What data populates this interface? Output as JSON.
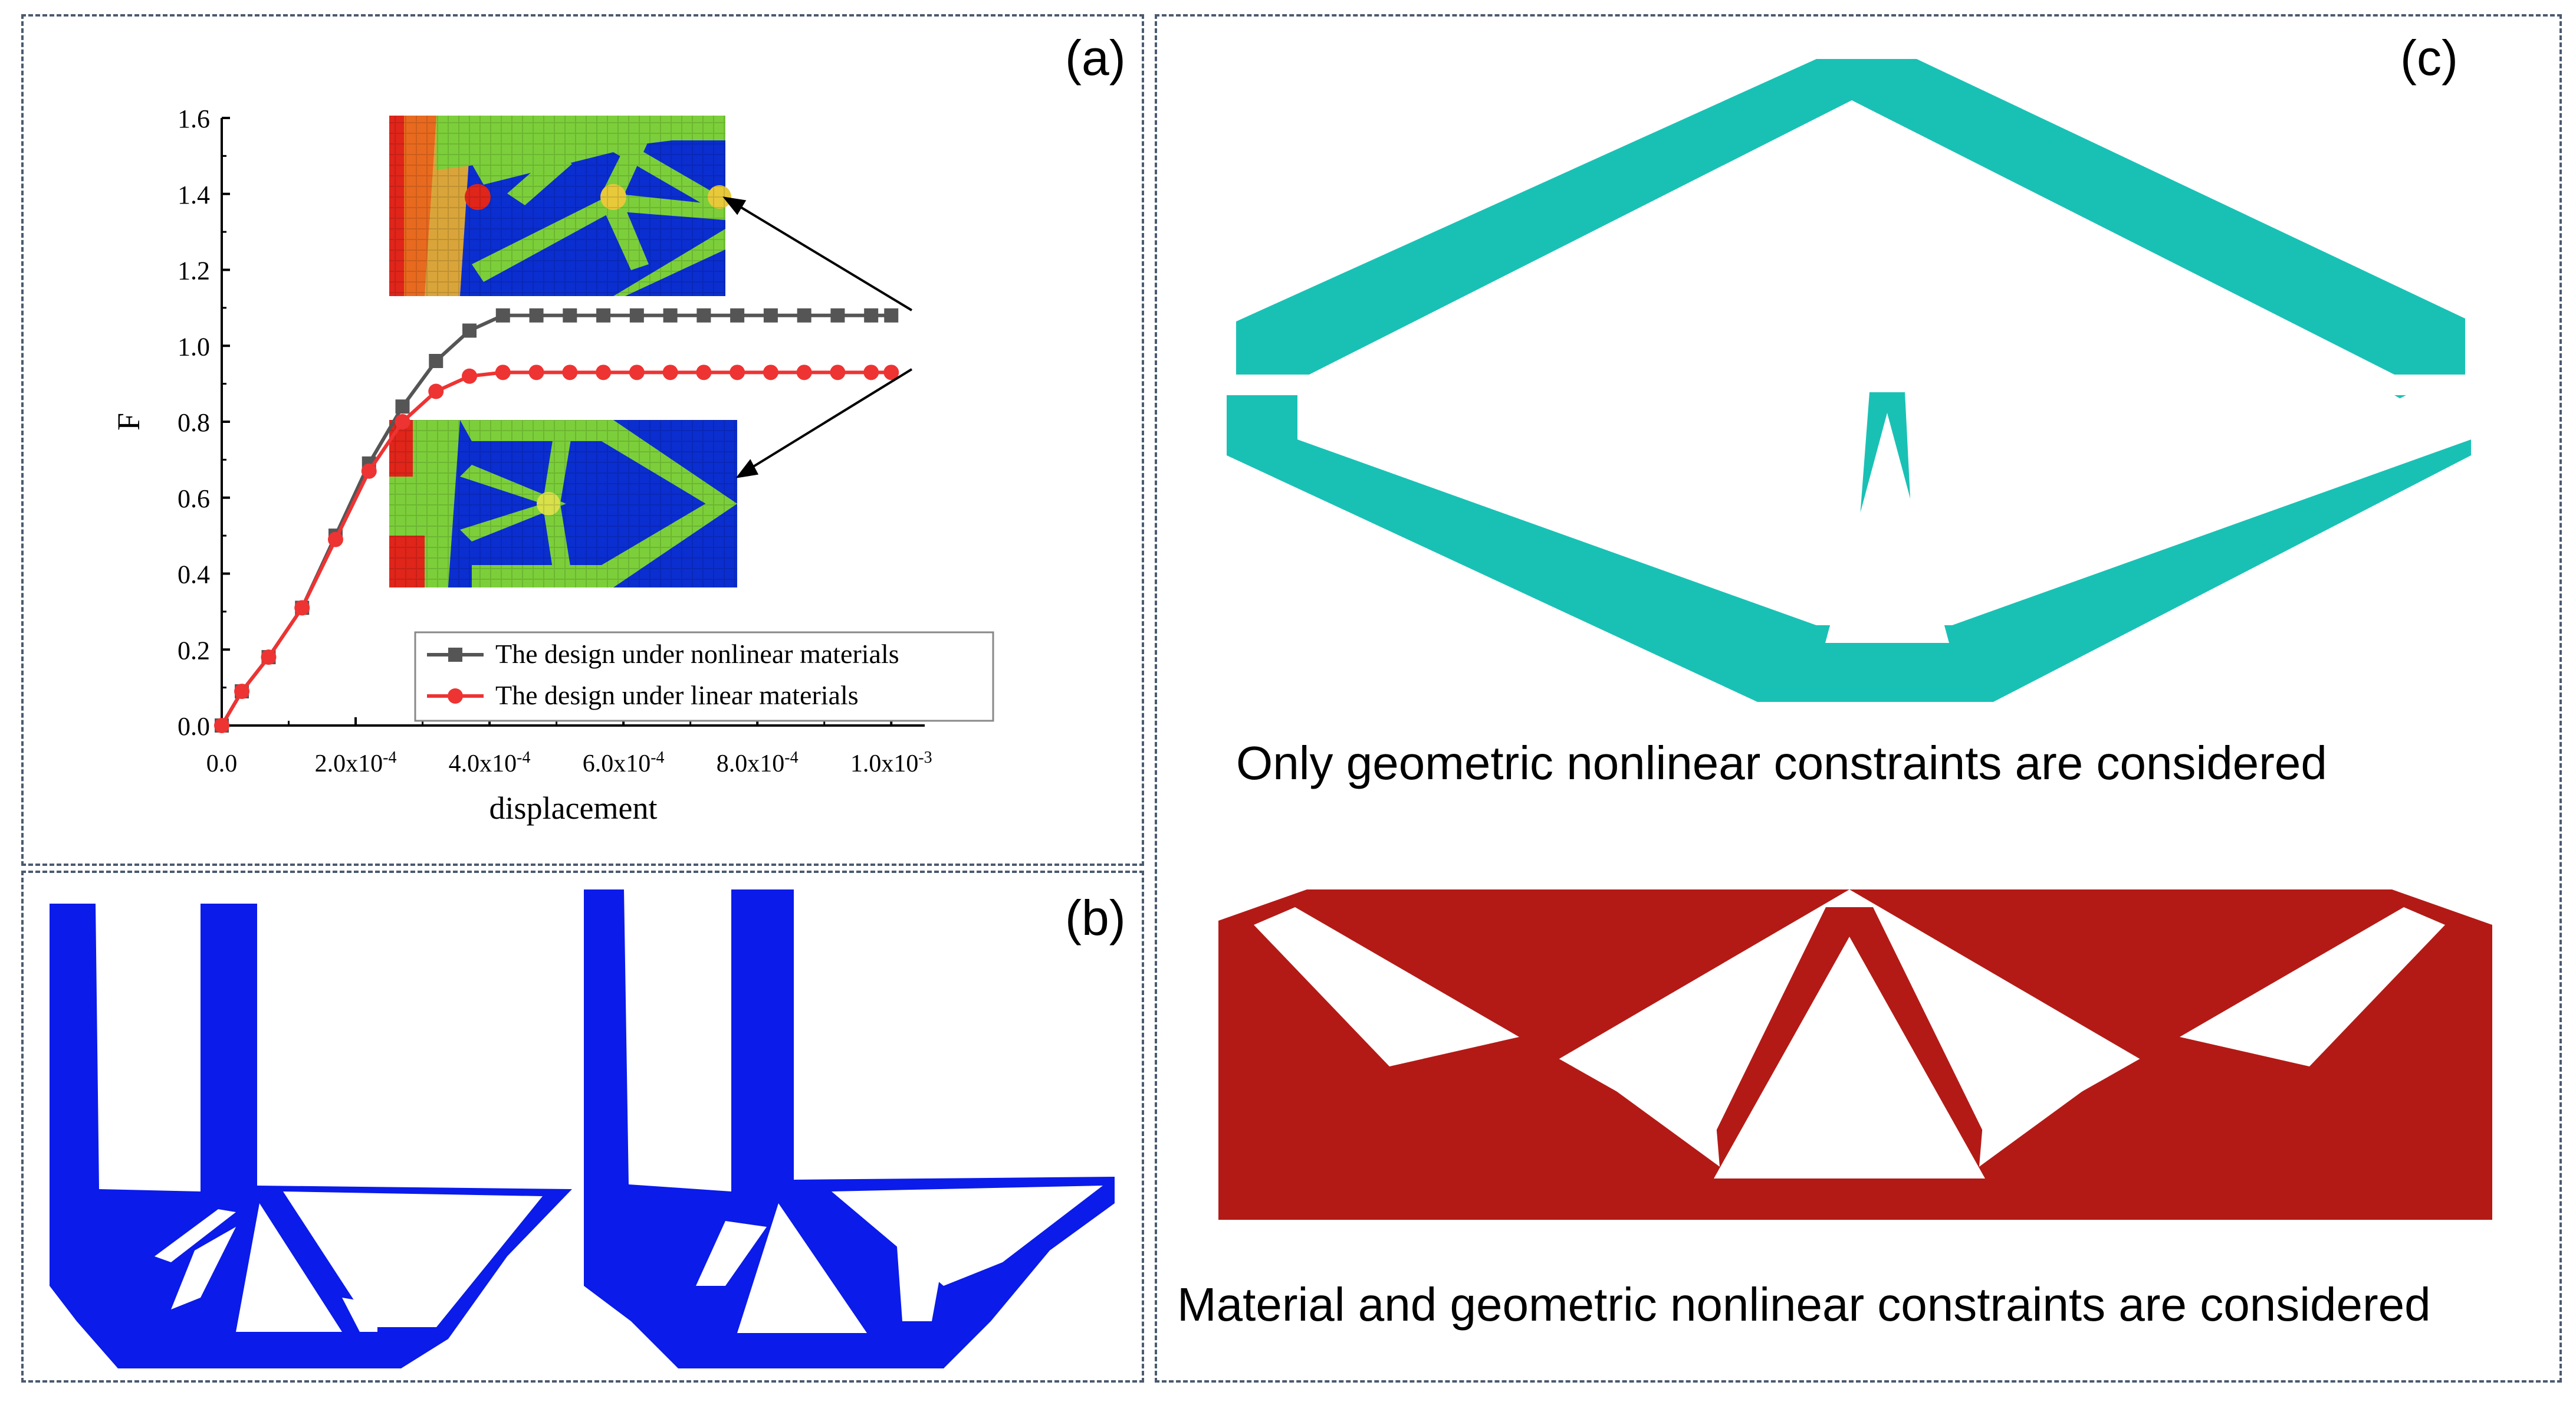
{
  "panels": {
    "a": {
      "label": "(a)"
    },
    "b": {
      "label": "(b)"
    },
    "c": {
      "label": "(c)"
    }
  },
  "chart_data": {
    "type": "line",
    "xlabel": "displacement",
    "ylabel": "F",
    "xlim": [
      0,
      0.00105
    ],
    "ylim": [
      0,
      1.6
    ],
    "x_ticks": [
      0,
      0.0002,
      0.0004,
      0.0006,
      0.0008,
      0.001
    ],
    "x_tick_mantissa": [
      "0.0",
      "2.0x10",
      "4.0x10",
      "6.0x10",
      "8.0x10",
      "1.0x10"
    ],
    "x_tick_exponent": [
      "",
      "-4",
      "-4",
      "-4",
      "-4",
      "-3"
    ],
    "y_ticks": [
      0,
      0.2,
      0.4,
      0.6,
      0.8,
      1.0,
      1.2,
      1.4,
      1.6
    ],
    "y_tick_labels": [
      "0.0",
      "0.2",
      "0.4",
      "0.6",
      "0.8",
      "1.0",
      "1.2",
      "1.4",
      "1.6"
    ],
    "legend_position": "bottom-right",
    "series": [
      {
        "name": "The design under nonlinear materials",
        "color": "#555555",
        "marker": "square",
        "x": [
          0,
          3e-05,
          7e-05,
          0.00012,
          0.00017,
          0.00022,
          0.00027,
          0.00032,
          0.00037,
          0.00042,
          0.00047,
          0.00052,
          0.00057,
          0.00062,
          0.00067,
          0.00072,
          0.00077,
          0.00082,
          0.00087,
          0.00092,
          0.00097,
          0.001
        ],
        "y": [
          0,
          0.09,
          0.18,
          0.31,
          0.5,
          0.69,
          0.84,
          0.96,
          1.04,
          1.08,
          1.08,
          1.08,
          1.08,
          1.08,
          1.08,
          1.08,
          1.08,
          1.08,
          1.08,
          1.08,
          1.08,
          1.08
        ]
      },
      {
        "name": "The design under linear materials",
        "color": "#ee3333",
        "marker": "circle",
        "x": [
          0,
          3e-05,
          7e-05,
          0.00012,
          0.00017,
          0.00022,
          0.00027,
          0.00032,
          0.00037,
          0.00042,
          0.00047,
          0.00052,
          0.00057,
          0.00062,
          0.00067,
          0.00072,
          0.00077,
          0.00082,
          0.00087,
          0.00092,
          0.00097,
          0.001
        ],
        "y": [
          0,
          0.09,
          0.18,
          0.31,
          0.49,
          0.67,
          0.8,
          0.88,
          0.92,
          0.93,
          0.93,
          0.93,
          0.93,
          0.93,
          0.93,
          0.93,
          0.93,
          0.93,
          0.93,
          0.93,
          0.93,
          0.93
        ]
      }
    ]
  },
  "captions": {
    "geometric_only": "Only geometric nonlinear constraints are considered",
    "material_and_geometric": "Material and geometric nonlinear constraints are considered"
  },
  "colors": {
    "cyan_structure": "#19c1b5",
    "red_structure": "#b31a16",
    "blue_structure": "#0a1bea",
    "contour_background": "#0b2ed0",
    "contour_member": "#7ccf3a",
    "contour_hot": "#e0251a"
  }
}
